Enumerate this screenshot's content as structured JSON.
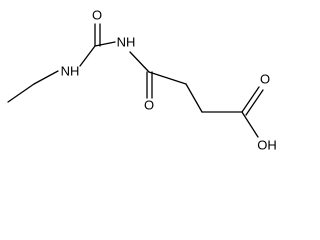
{
  "molecule": {
    "atoms": {
      "o_top": "O",
      "nh_top": "NH",
      "nh_left": "NH",
      "o_bottom": "O",
      "o_right": "O",
      "oh": "OH"
    }
  }
}
